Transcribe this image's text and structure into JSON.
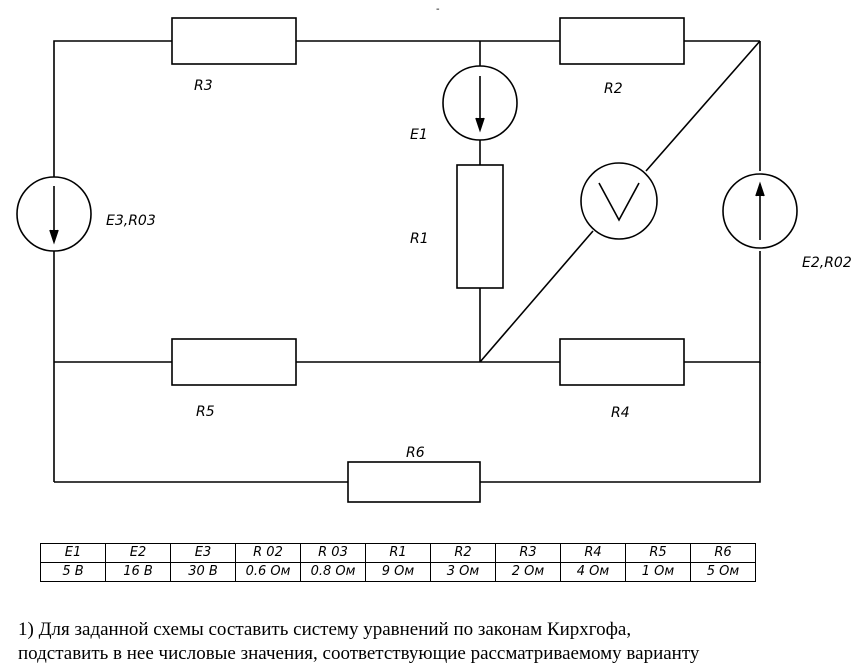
{
  "diagram": {
    "labels": {
      "R3": "R3",
      "R2": "R2",
      "E1": "E1",
      "R1": "R1",
      "E3R03": "E3,R03",
      "E2R02": "E2,R02",
      "R5": "R5",
      "R4": "R4",
      "R6": "R6",
      "top_mark": "-"
    },
    "components": [
      "R3",
      "R2",
      "E1",
      "R1",
      "voltmeter",
      "E3,R03",
      "E2,R02",
      "R5",
      "R4",
      "R6"
    ]
  },
  "params_table": {
    "headers": [
      "E1",
      "E2",
      "E3",
      "R 02",
      "R 03",
      "R1",
      "R2",
      "R3",
      "R4",
      "R5",
      "R6"
    ],
    "values": [
      "5 В",
      "16 В",
      "30 В",
      "0.6 Ом",
      "0.8 Ом",
      "9 Ом",
      "3 Ом",
      "2 Ом",
      "4 Ом",
      "1 Ом",
      "5 Ом"
    ]
  },
  "task": {
    "line1": "1)  Для заданной схемы составить систему уравнений по законам Кирхгофа,",
    "line2": "подставить в нее числовые значения, соответствующие рассматриваемому варианту"
  }
}
